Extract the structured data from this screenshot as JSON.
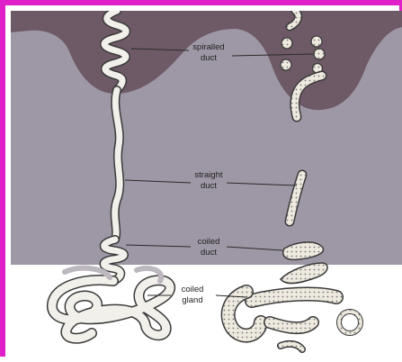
{
  "figure": {
    "labels": {
      "spiralled_duct": [
        "spiralled",
        "duct"
      ],
      "straight_duct": [
        "straight",
        "duct"
      ],
      "coiled_duct": [
        "coiled",
        "duct"
      ],
      "coiled_gland": [
        "coiled",
        "gland"
      ]
    },
    "colors": {
      "frame": "#e020c8",
      "epidermis_dark": "#6e5a66",
      "dermis": "#9e98a6",
      "hypodermis": "#ffffff",
      "tube_fill": "#f2f0ea",
      "tube_stroke": "#3a3a3a"
    }
  }
}
